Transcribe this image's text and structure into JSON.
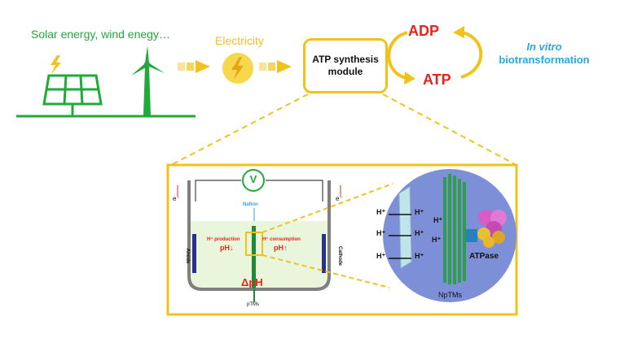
{
  "top": {
    "energy_sources_label": "Solar energy, wind enegy…",
    "electricity_label": "Electricity",
    "module_label_line1": "ATP synthesis",
    "module_label_line2": "module",
    "adp_label": "ADP",
    "atp_label": "ATP",
    "in_vitro_line1": "In vitro",
    "in_vitro_line2": "biotransformation"
  },
  "cell": {
    "voltmeter_symbol": "V",
    "electron_left": "e⁻",
    "electron_right": "e⁻",
    "nafion_label": "Nafion",
    "anode_label": "Anode",
    "cathode_label": "Cathode",
    "h_production_label": "H⁺ production",
    "ph_down_label": "pH↓",
    "h_consumption_label": "H⁺ consumption",
    "ph_up_label": "pH↑",
    "delta_ph_label": "ΔpH",
    "ptms_label": "pTMs"
  },
  "zoom": {
    "h_ions": [
      "H⁺",
      "H⁺",
      "H⁺",
      "H⁺",
      "H⁺",
      "H⁺",
      "H⁺",
      "H⁺"
    ],
    "atpase_label": "ATPase",
    "nptms_label": "NpTMs"
  },
  "colors": {
    "green": "#1faa39",
    "yellow": "#f2c21c",
    "red": "#e8231b",
    "blue": "#29a8e0",
    "navy": "#2b2f8f"
  }
}
